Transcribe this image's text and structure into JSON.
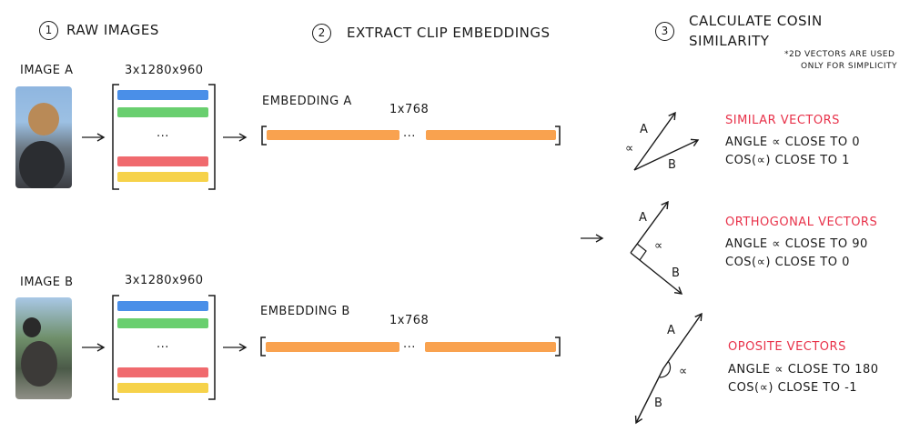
{
  "steps": {
    "step1": {
      "number": "1",
      "label": "RAW IMAGES"
    },
    "step2": {
      "number": "2",
      "label": "EXTRACT CLIP EMBEDDINGS"
    },
    "step3": {
      "number": "3",
      "label_line1": "CALCULATE COSIN",
      "label_line2": "SIMILARITY"
    }
  },
  "note": {
    "line1": "*2D VECTORS ARE USED",
    "line2": "ONLY FOR SIMPLICITY"
  },
  "image_a": {
    "label": "IMAGE A",
    "tensor_shape": "3x1280x960",
    "dots": "...",
    "embedding_label": "EMBEDDING A",
    "embedding_shape": "1x768",
    "embedding_dots": "..."
  },
  "image_b": {
    "label": "IMAGE B",
    "tensor_shape": "3x1280x960",
    "dots": "...",
    "embedding_label": "EMBEDDING B",
    "embedding_shape": "1x768",
    "embedding_dots": "..."
  },
  "cases": [
    {
      "title": "SIMILAR VECTORS",
      "line1": "ANGLE ∝ CLOSE TO 0",
      "line2": "COS(∝) CLOSE TO 1",
      "vec_a": "A",
      "vec_b": "B",
      "angle": "∝"
    },
    {
      "title": "ORTHOGONAL VECTORS",
      "line1": "ANGLE ∝ CLOSE TO 90",
      "line2": "COS(∝) CLOSE TO 0",
      "vec_a": "A",
      "vec_b": "B",
      "angle": "∝"
    },
    {
      "title": "OPOSITE VECTORS",
      "line1": "ANGLE ∝ CLOSE TO 180",
      "line2": "COS(∝) CLOSE TO -1",
      "vec_a": "A",
      "vec_b": "B",
      "angle": "∝"
    }
  ],
  "colors": {
    "channel_blue": "#4a8fe8",
    "channel_green": "#69cf6f",
    "channel_red": "#f06a6e",
    "channel_yellow": "#f6d24a",
    "embedding_orange": "#f9a24f",
    "highlight_red": "#e8324a"
  }
}
